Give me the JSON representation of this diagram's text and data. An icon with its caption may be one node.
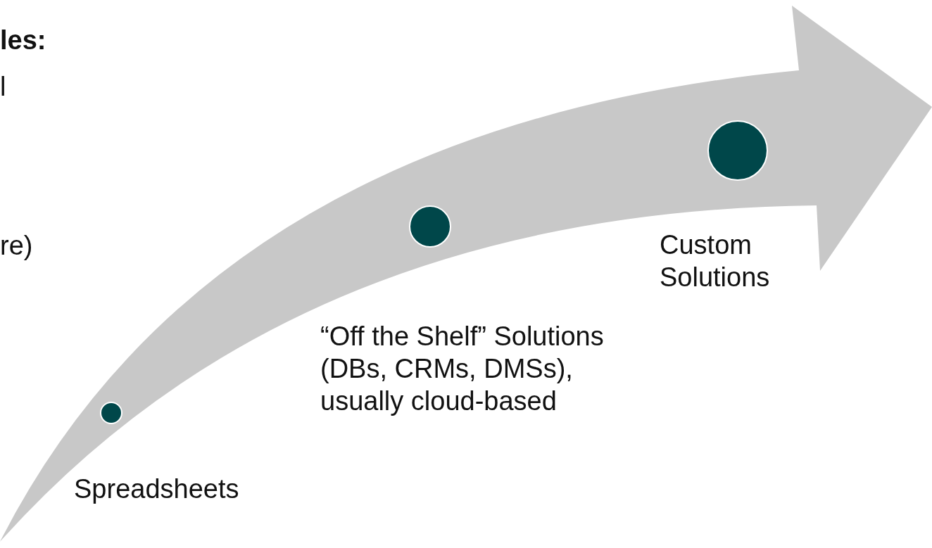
{
  "diagram": {
    "nodes": [
      {
        "text": [],
        "shape": "circle",
        "beside": [
          "Spreadsheets"
        ]
      },
      {
        "text": [],
        "shape": "circle",
        "beside": [
          "“Off the Shelf” Solutions (DBs, CRMs, DMSs), usually cloud-based"
        ]
      },
      {
        "text": [],
        "shape": "circle",
        "beside": [
          "Custom Solutions"
        ]
      }
    ],
    "labels": [
      "les:",
      "l",
      "re)"
    ]
  }
}
